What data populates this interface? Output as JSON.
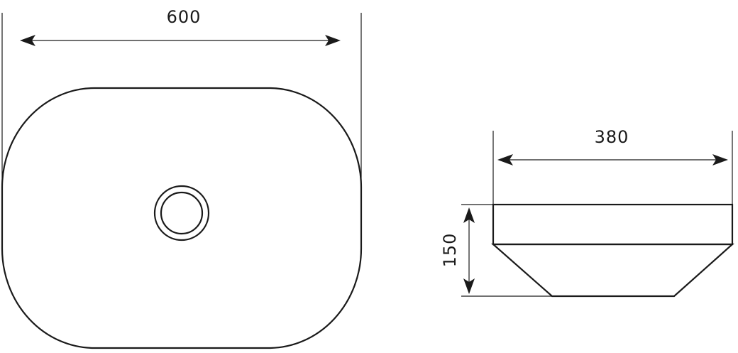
{
  "dimensions": {
    "top_width": "600",
    "side_width": "380",
    "side_height": "150"
  },
  "colors": {
    "line": "#1a1a1a",
    "background": "#ffffff"
  }
}
